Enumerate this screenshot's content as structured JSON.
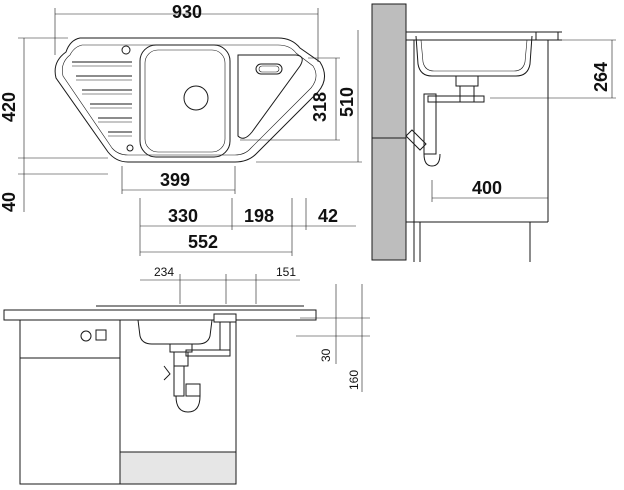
{
  "dimensions": {
    "overall_width": "930",
    "overall_depth": "510",
    "corner_depth": "420",
    "front_offset": "40",
    "bowl_depth": "318",
    "bowl_front": "399",
    "bowl_width": "330",
    "right_section": "198",
    "edge": "42",
    "total_left": "552",
    "side_height": "264",
    "cabinet_width": "400",
    "lower_left": "234",
    "lower_right": "151",
    "lower_thickness": "30",
    "lower_height": "160"
  },
  "colors": {
    "line": "#1a1a1a",
    "cabinet_fill": "#bdbdbd",
    "light_fill": "#e6e6e6"
  }
}
